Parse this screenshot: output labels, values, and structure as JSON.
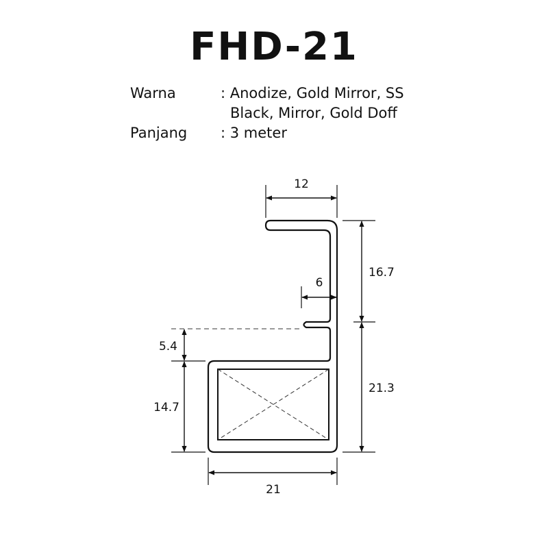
{
  "title": "FHD-21",
  "specs": {
    "warna_label": "Warna",
    "warna_value_line1": ": Anodize, Gold Mirror, SS",
    "warna_value_line2": "Black, Mirror, Gold Doff",
    "panjang_label": "Panjang",
    "panjang_value": ": 3 meter"
  },
  "dimensions": {
    "top_width": "12",
    "upper_height": "16.7",
    "groove_depth": "6",
    "groove_height": "5.4",
    "lower_height": "21.3",
    "box_height": "14.7",
    "bottom_width": "21"
  },
  "colors": {
    "ink": "#111111",
    "background": "#ffffff"
  }
}
